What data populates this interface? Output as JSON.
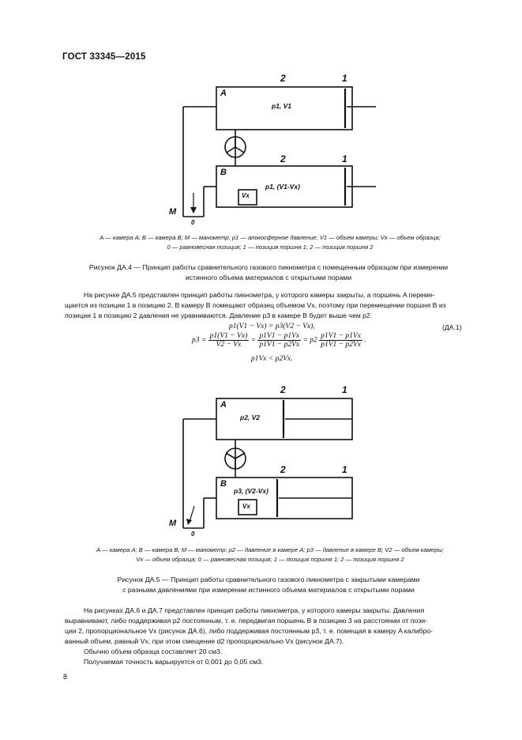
{
  "header": "ГОСТ 33345—2015",
  "page_number": "8",
  "fig4": {
    "label_top": "2",
    "label_top_right": "1",
    "label_mid": "2",
    "label_mid_right": "1",
    "chamber_a": "A",
    "chamber_b": "B",
    "text_a": "p1, V1",
    "text_b": "p1, (V1-Vx)",
    "vx": "Vx",
    "m": "M",
    "zero": "0",
    "legend_line1": "A — камера A; B — камера B; M — манометр; p1 — атмосферное давление; V1 — объем камеры; Vx — объем образца;",
    "legend_line2": "0 — равновесная позиция; 1 — позиция поршня 1; 2 — позиция поршня 2",
    "caption_line1": "Рисунок ДА.4 — Принцип работы сравнительного газового пикнометра с помещенным образцом при измерении",
    "caption_line2": "истинного объема материалов с открытыми порами"
  },
  "para1": {
    "line1": "На рисунке ДА.5 представлен принцип работы пикнометра, у которого камеры закрыты, а поршень A переме-",
    "line2": "щается из позиции 1 в позицию 2. В камеру B помещают образец объемом Vx, поэтому при перемещении поршня B из",
    "line3": "позиции 1 в позицию 2 давления не уравниваются. Давление p3 в камере B будет выше чем p2."
  },
  "equation": {
    "line1": "p1(V1 − Vx) = p3(V2 − Vx),",
    "line2_lhs": "p3 =",
    "frac1_num": "p1(V1 − Vx)",
    "frac1_den": "V2 − Vx",
    "eq": "=",
    "frac2_num": "p1V1 − p1Vx",
    "frac2_den": "p1V1 − p2Vx",
    "mid": "= p2",
    "frac3_num": "p1V1 − p1Vx",
    "frac3_den": "p1V1 − p2Vx",
    "end": ".",
    "line3": "p1Vx < p2Vx.",
    "number": "(ДА.1)"
  },
  "fig5": {
    "label_top": "2",
    "label_top_right": "1",
    "label_mid": "2",
    "label_mid_right": "1",
    "chamber_a": "A",
    "chamber_b": "B",
    "text_a": "p2, V2",
    "text_b": "p3, (V2-Vx)",
    "vx": "Vx",
    "m": "M",
    "zero": "0",
    "legend_line1": "A — камера A; B — камера B; M — манометр; p2 — давление в камере A; p3 — давление в камере B; V2 — объем камеры;",
    "legend_line2": "Vx — объем образца; 0 — равновесная позиция; 1 — позиция поршня 1; 2 — позиция поршня 2",
    "caption_line1": "Рисунок ДА.5 — Принцип работы сравнительного газового пикнометра с закрытыми камерами",
    "caption_line2": "с разными давлениями при измерении истинного объема материалов с открытыми порами"
  },
  "para2": {
    "line1": "На рисунках ДА.6 и ДА.7 представлен принцип работы пикнометра, у которого камеры закрыты. Давления",
    "line2": "выравнивают, либо поддерживая p2 постоянным, т. е. передвигая поршень B в позицию 3 на расстоянии от пози-",
    "line3": "ции 2, пропорциональное Vx (рисунок ДА.6), либо поддерживая постоянным p3, т. е. помещая в камеру A калибро-",
    "line4": "ванный объем, равный Vx, при этом смещение d2 пропорционально Vx (рисунок ДА.7).",
    "line5": "Обычно объем образца составляет 20 см3.",
    "line6": "Получаемая точность варьируется от 0,001 до 0,05 см3."
  }
}
